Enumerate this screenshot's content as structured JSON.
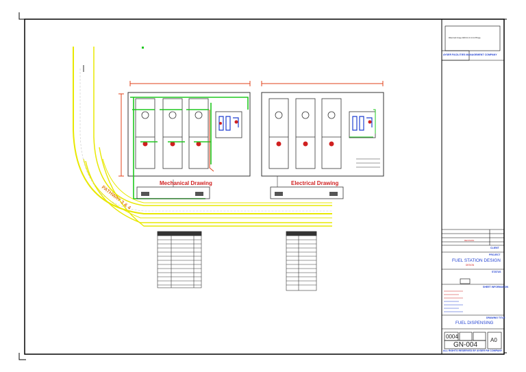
{
  "drawing": {
    "left_panel_title": "Mechanical Drawing",
    "right_panel_title": "Electrical Drawing",
    "road_label": "PATHWAY 3 & 4"
  },
  "title_block": {
    "logo_caption": "Watermark Image 2020-01-01 11:12 PM.jpg",
    "company": "AYSER FACILITIES MANAGEMENT COMPANY",
    "revision_note": "REVISION",
    "client_label": "CLIENT",
    "project_label": "PROJECT",
    "project_name": "FUEL STATION DESIGN",
    "project_sub": "DESIGN",
    "status_label": "STATUS",
    "sheet_info_label": "SHEET INFORMATION",
    "drawing_title_label": "DRAWING TITLE",
    "drawing_title": "FUEL DISPENSING",
    "sheet_number": "0004",
    "drawing_number": "GN-004",
    "paper_size": "A0",
    "footer": "ALL RIGHTS RESERVED BY AYSER FM COMPANY"
  },
  "colors": {
    "border": "#000000",
    "pipe_green": "#1ec81e",
    "dim_red": "#e0401a",
    "road_yellow": "#e8e800",
    "tb_blue": "#1f3fd0",
    "tb_red": "#d02020"
  }
}
